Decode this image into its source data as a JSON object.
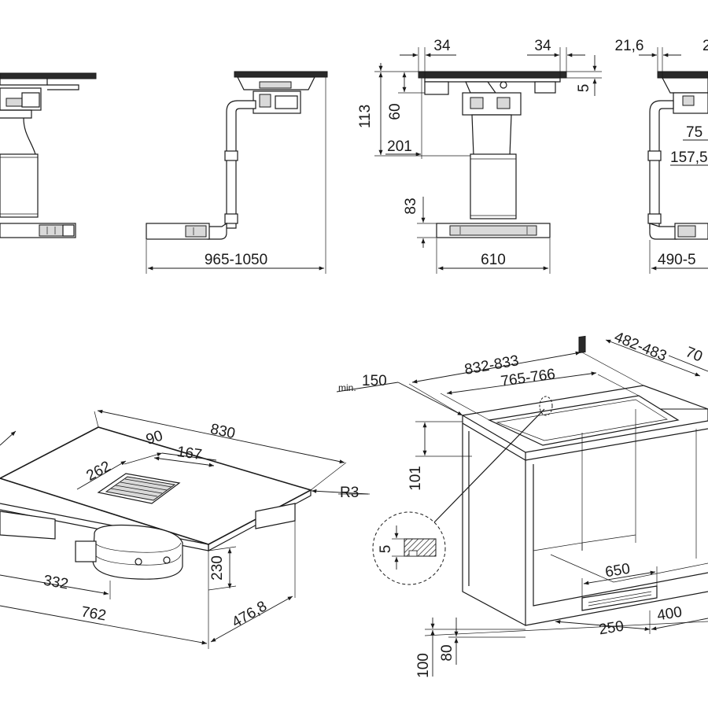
{
  "labels": {
    "d34a": "34",
    "d34b": "34",
    "d21_6": "21,6",
    "d2": "2",
    "d113": "113",
    "d60": "60",
    "d5a": "5",
    "d75": "75",
    "d157": "157,5",
    "d201": "201",
    "d83": "83",
    "d965": "965-1050",
    "d610": "610",
    "d490": "490-5",
    "d830": "830",
    "d90": "90",
    "d262": "262",
    "d167": "167",
    "r3": "R3",
    "d332": "332",
    "d762": "762",
    "d230": "230",
    "d476": "476,8",
    "min_prefix": "min.",
    "min150": "150",
    "d832": "832-833",
    "d765": "765-766",
    "d482": "482-483",
    "d70": "70",
    "d101": "101",
    "d5b": "5",
    "d650": "650",
    "d250": "250",
    "d400": "400",
    "d100": "100",
    "d80": "80"
  }
}
